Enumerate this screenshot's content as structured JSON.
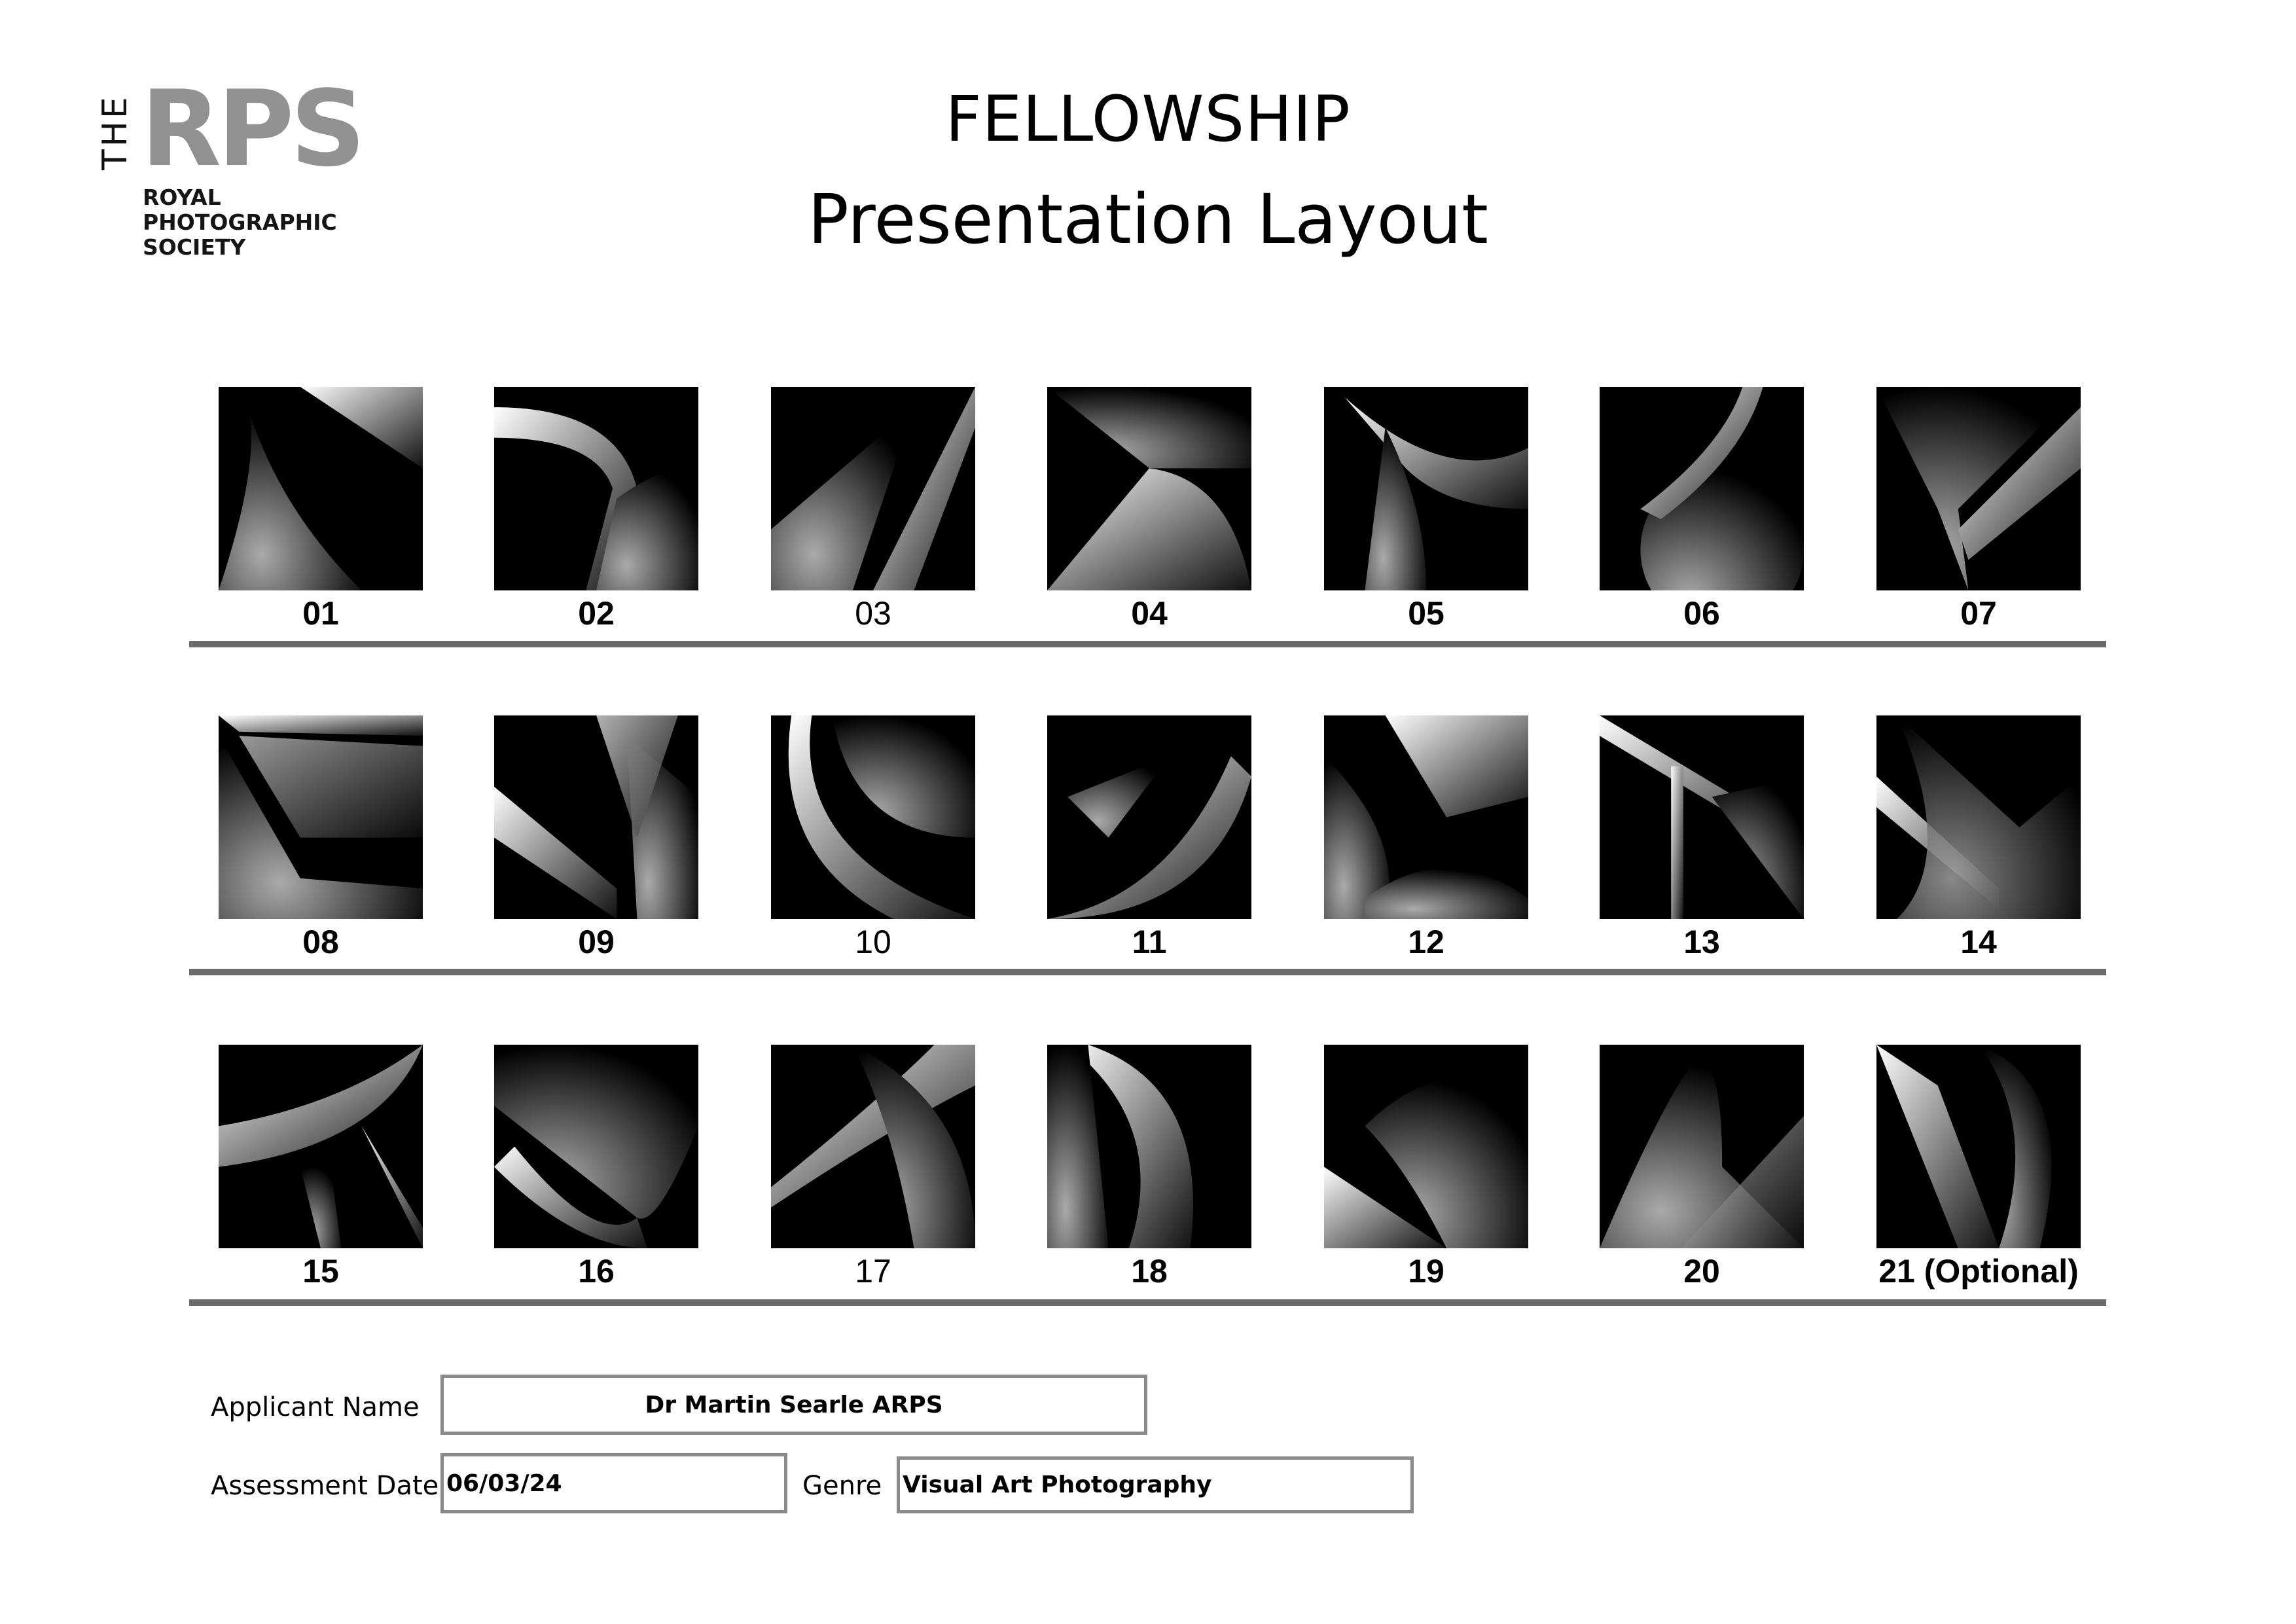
{
  "logo": {
    "the": "THE",
    "rps": "RPS",
    "line1": "ROYAL",
    "line2": "PHOTOGRAPHIC",
    "line3": "SOCIETY"
  },
  "header": {
    "title": "FELLOWSHIP",
    "subtitle": "Presentation Layout"
  },
  "images": [
    {
      "label": "01",
      "bold": true
    },
    {
      "label": "02",
      "bold": true
    },
    {
      "label": "03",
      "bold": false
    },
    {
      "label": "04",
      "bold": true
    },
    {
      "label": "05",
      "bold": true
    },
    {
      "label": "06",
      "bold": true
    },
    {
      "label": "07",
      "bold": true
    },
    {
      "label": "08",
      "bold": true
    },
    {
      "label": "09",
      "bold": true
    },
    {
      "label": "10",
      "bold": false
    },
    {
      "label": "11",
      "bold": true
    },
    {
      "label": "12",
      "bold": true
    },
    {
      "label": "13",
      "bold": true
    },
    {
      "label": "14",
      "bold": true
    },
    {
      "label": "15",
      "bold": true
    },
    {
      "label": "16",
      "bold": true
    },
    {
      "label": "17",
      "bold": false
    },
    {
      "label": "18",
      "bold": true
    },
    {
      "label": "19",
      "bold": true
    },
    {
      "label": "20",
      "bold": true
    },
    {
      "label": "21 (Optional)",
      "bold": true
    }
  ],
  "form": {
    "applicant_label": "Applicant Name",
    "applicant_value": "Dr Martin Searle ARPS",
    "date_label": "Assessment Date",
    "date_value": "06/03/24",
    "genre_label": "Genre",
    "genre_value": "Visual Art Photography"
  },
  "colors": {
    "rule": "#6b6b6b",
    "logo_grey": "#929292",
    "field_border": "#8a8a8a"
  }
}
